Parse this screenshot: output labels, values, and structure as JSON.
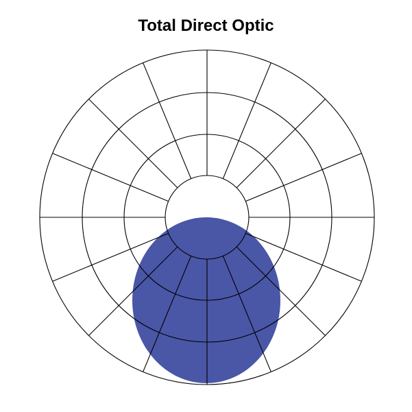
{
  "title": "Total Direct Optic",
  "colors": {
    "background": "#ffffff",
    "grid": "#000000",
    "distribution": "#4a56a6"
  },
  "grid": {
    "rings": 4,
    "spokes": 16
  }
}
